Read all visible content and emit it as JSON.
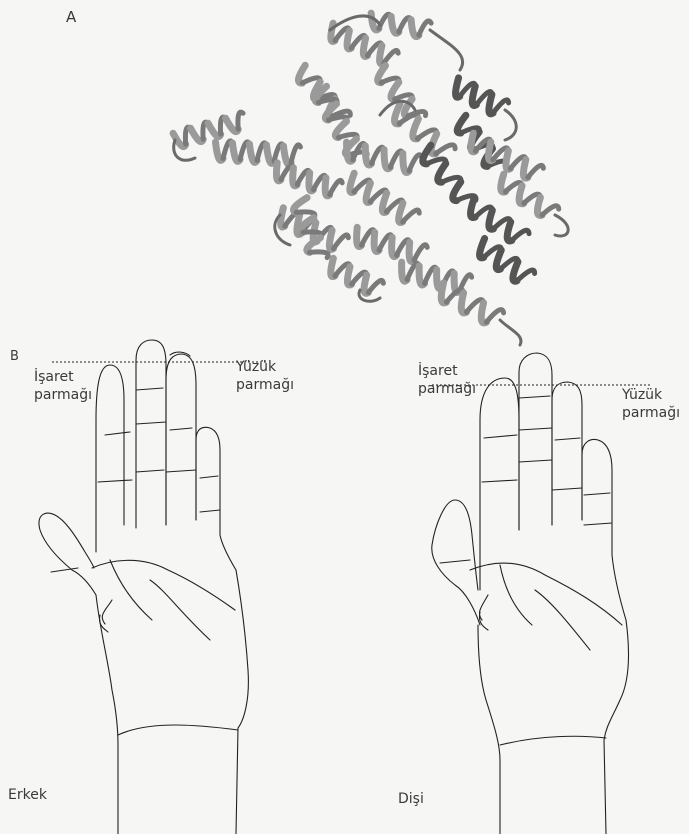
{
  "panel_a": {
    "label": "A"
  },
  "panel_b": {
    "label": "B",
    "male": {
      "index_label_1": "İşaret",
      "index_label_2": "parmağı",
      "ring_label_1": "Yüzük",
      "ring_label_2": "parmağı",
      "caption": "Erkek"
    },
    "female": {
      "index_label_1": "İşaret",
      "index_label_2": "parmağı",
      "ring_label_1": "Yüzük",
      "ring_label_2": "parmağı",
      "caption": "Dişi"
    }
  },
  "colors": {
    "background": "#f6f6f4",
    "ribbon_light": "#9a9a9a",
    "ribbon_dark": "#555555",
    "line": "#222222"
  }
}
